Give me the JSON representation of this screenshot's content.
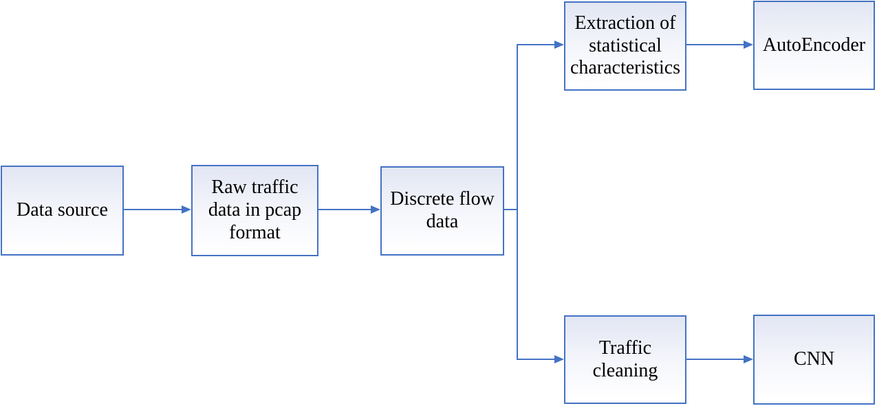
{
  "diagram": {
    "type": "flowchart",
    "nodes": [
      {
        "id": "data-source",
        "label": "Data source"
      },
      {
        "id": "raw-traffic-pcap",
        "label": "Raw traffic\ndata in pcap\nformat"
      },
      {
        "id": "discrete-flow-data",
        "label": "Discrete flow\ndata"
      },
      {
        "id": "extraction-statistical",
        "label": "Extraction of\nstatistical\ncharacteristics"
      },
      {
        "id": "autoencoder",
        "label": "AutoEncoder"
      },
      {
        "id": "traffic-cleaning",
        "label": "Traffic\ncleaning"
      },
      {
        "id": "cnn",
        "label": "CNN"
      }
    ],
    "edges": [
      {
        "from": "data-source",
        "to": "raw-traffic-pcap"
      },
      {
        "from": "raw-traffic-pcap",
        "to": "discrete-flow-data"
      },
      {
        "from": "discrete-flow-data",
        "to": "extraction-statistical"
      },
      {
        "from": "discrete-flow-data",
        "to": "traffic-cleaning"
      },
      {
        "from": "extraction-statistical",
        "to": "autoencoder"
      },
      {
        "from": "traffic-cleaning",
        "to": "cnn"
      }
    ],
    "colors": {
      "box_border": "#4472c4",
      "arrow": "#4472c4",
      "box_fill_top": "#e2e6f3",
      "box_fill_bottom": "#ffffff",
      "text": "#000000",
      "background": "#ffffff"
    }
  }
}
